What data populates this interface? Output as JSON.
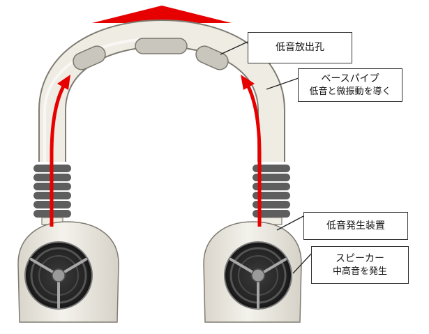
{
  "labels": {
    "bass_port": "低音放出孔",
    "bass_pipe_title": "ベースパイプ",
    "bass_pipe_desc": "低音と微振動を導く",
    "bass_driver": "低音発生装置",
    "speaker_title": "スピーカー",
    "speaker_desc": "中高音を発生"
  },
  "colors": {
    "arrow": "#e60000",
    "body": "#efece4",
    "outline": "#7f7b72",
    "bellows": "#5e5e5e",
    "grille": "#2f2f2f",
    "callout_border": "#333333"
  },
  "icons": {
    "top_arrow": "up-arrow-icon"
  }
}
